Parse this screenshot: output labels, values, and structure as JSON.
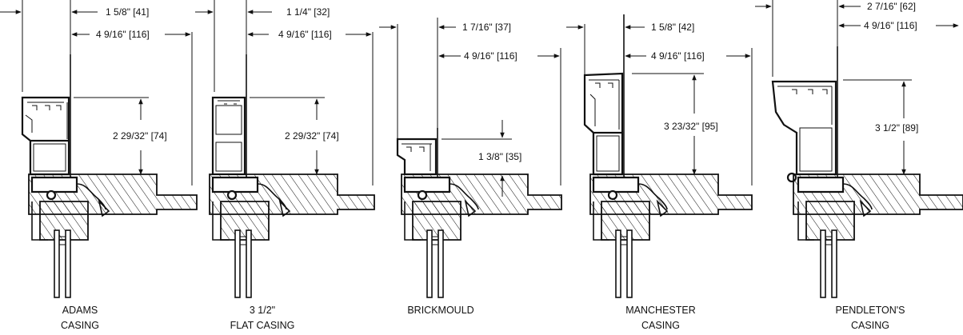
{
  "sections": [
    {
      "id": "adams",
      "caption_line1": "ADAMS",
      "caption_line2": "CASING",
      "projection": "1 5/8\" [41]",
      "depth": "4 9/16\" [116]",
      "height": "2 29/32\" [74]"
    },
    {
      "id": "flat",
      "caption_line1": "3 1/2\"",
      "caption_line2": "FLAT CASING",
      "projection": "1 1/4\" [32]",
      "depth": "4 9/16\" [116]",
      "height": "2 29/32\" [74]"
    },
    {
      "id": "brickmould",
      "caption_line1": "BRICKMOULD",
      "caption_line2": "",
      "projection": "1 7/16\" [37]",
      "depth": "4 9/16\" [116]",
      "height": "1 3/8\" [35]"
    },
    {
      "id": "manchester",
      "caption_line1": "MANCHESTER",
      "caption_line2": "CASING",
      "projection": "1 5/8\" [42]",
      "depth": "4 9/16\" [116]",
      "height": "3 23/32\" [95]"
    },
    {
      "id": "pendleton",
      "caption_line1": "PENDLETON'S",
      "caption_line2": "CASING",
      "projection": "2 7/16\" [62]",
      "depth": "4 9/16\" [116]",
      "height": "3 1/2\" [89]"
    }
  ]
}
